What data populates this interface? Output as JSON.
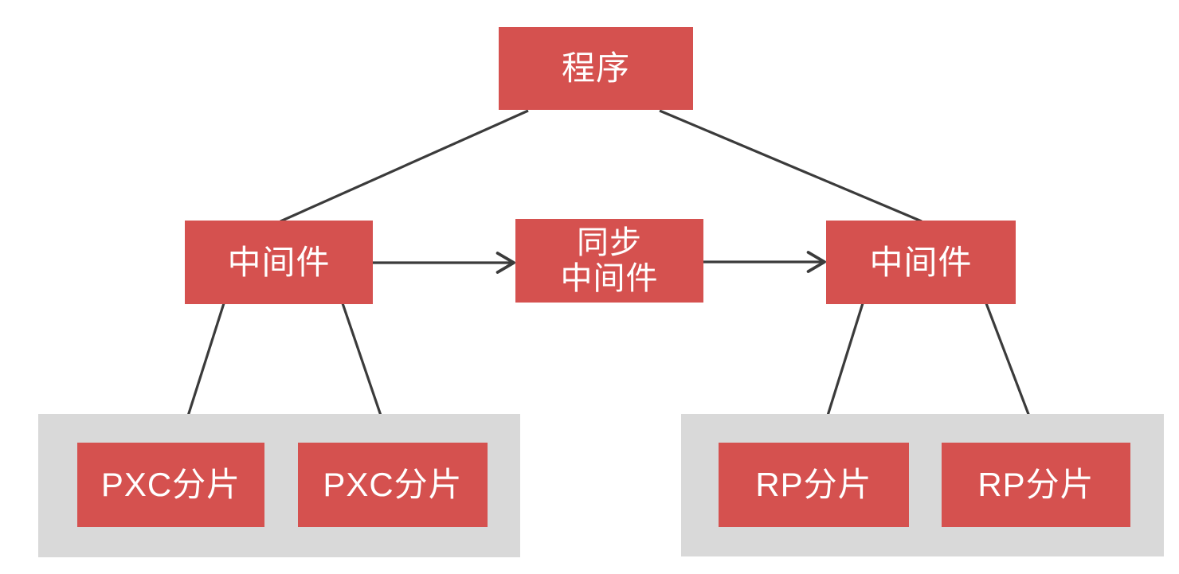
{
  "diagram": {
    "type": "architecture-diagram",
    "colors": {
      "node_fill": "#D5514F",
      "node_text": "#FFFFFF",
      "group_fill": "#D9D9D9",
      "connector": "#3B3B3B",
      "background": "#FFFFFF"
    },
    "nodes": {
      "program": {
        "label": "程序"
      },
      "middleware_left": {
        "label": "中间件"
      },
      "sync_middleware": {
        "line1": "同步",
        "line2": "中间件"
      },
      "middleware_right": {
        "label": "中间件"
      },
      "pxc_shard_1": {
        "label": "PXC分片"
      },
      "pxc_shard_2": {
        "label": "PXC分片"
      },
      "rp_shard_1": {
        "label": "RP分片"
      },
      "rp_shard_2": {
        "label": "RP分片"
      }
    },
    "edges": [
      {
        "from": "program",
        "to": "middleware_left",
        "arrow": false
      },
      {
        "from": "program",
        "to": "middleware_right",
        "arrow": false
      },
      {
        "from": "middleware_left",
        "to": "sync_middleware",
        "arrow": true
      },
      {
        "from": "sync_middleware",
        "to": "middleware_right",
        "arrow": true
      },
      {
        "from": "middleware_left",
        "to": "pxc_shard_1",
        "arrow": false
      },
      {
        "from": "middleware_left",
        "to": "pxc_shard_2",
        "arrow": false
      },
      {
        "from": "middleware_right",
        "to": "rp_shard_1",
        "arrow": false
      },
      {
        "from": "middleware_right",
        "to": "rp_shard_2",
        "arrow": false
      }
    ]
  }
}
